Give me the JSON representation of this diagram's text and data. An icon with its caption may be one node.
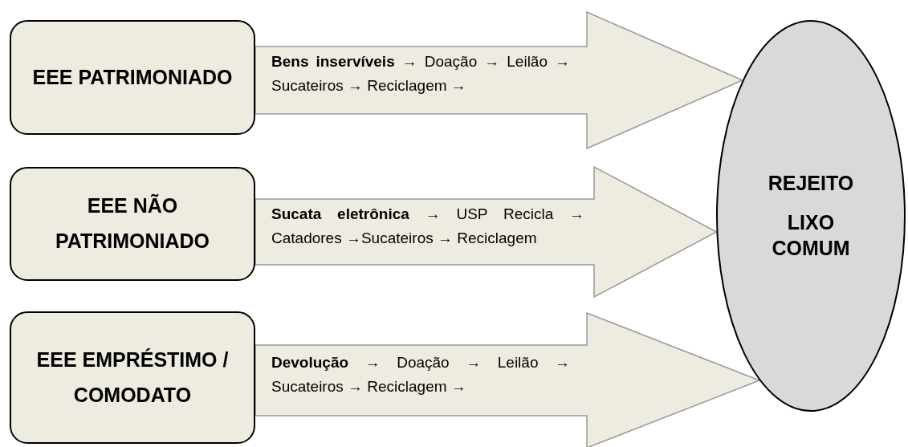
{
  "diagram": {
    "nodes": [
      {
        "text": [
          "EEE PATRIMONIADO"
        ]
      },
      {
        "text": [
          "EEE NÃO PATRIMONIADO"
        ]
      },
      {
        "text": [
          "EEE EMPRÉSTIMO / COMODATO"
        ]
      },
      {
        "text": [
          "REJEITO",
          "LIXO COMUM"
        ]
      }
    ],
    "edges": [
      {
        "from": 0,
        "to": 3,
        "arrow": "to",
        "style": "thick",
        "label": "**Bens inservíveis** → Doação → Leilão → Sucateiros → Reciclagem →"
      },
      {
        "from": 1,
        "to": 3,
        "arrow": "to",
        "style": "thick",
        "label": "**Sucata eletrônica** → USP Recicla → Catadores →Sucateiros → Reciclagem"
      },
      {
        "from": 2,
        "to": 3,
        "arrow": "to",
        "style": "thick",
        "label": "**Devolução** → Doação → Leilão → Sucateiros → Reciclagem →"
      }
    ]
  }
}
